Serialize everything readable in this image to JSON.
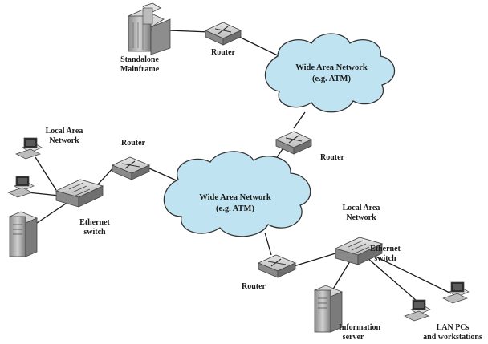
{
  "diagram": {
    "wan_top": {
      "line1": "Wide Area Network",
      "line2": "(e.g. ATM)"
    },
    "wan_mid": {
      "line1": "Wide Area Network",
      "line2": "(e.g. ATM)"
    },
    "mainframe": {
      "line1": "Standalone",
      "line2": "Mainframe"
    },
    "router_top": "Router",
    "router_mid_right": "Router",
    "router_left": "Router",
    "router_bottom": "Router",
    "lan_left": {
      "line1": "Local Area",
      "line2": "Network"
    },
    "lan_right": {
      "line1": "Local Area",
      "line2": "Network"
    },
    "switch_left": {
      "line1": "Ethernet",
      "line2": "switch"
    },
    "switch_right": {
      "line1": "Ethernet",
      "line2": "switch"
    },
    "info_server": {
      "line1": "Information",
      "line2": "server"
    },
    "lan_pcs": {
      "line1": "LAN PCs",
      "line2": "and workstations"
    },
    "colors": {
      "cloud_fill": "#bfe3f1",
      "cloud_stroke": "#333333",
      "device_fill": "#c9c9c9",
      "line": "#1a1a1a"
    }
  }
}
